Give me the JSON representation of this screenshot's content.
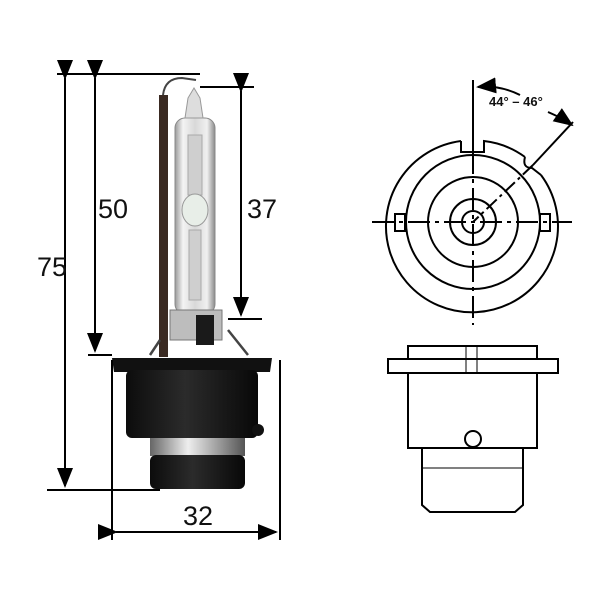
{
  "diagram": {
    "subject": "HID xenon bulb dimension drawing",
    "dimensions": {
      "overall_height": "75",
      "height_to_base_ref": "50",
      "capsule_length": "37",
      "base_width": "32"
    },
    "angle_label": "44° – 46°"
  }
}
